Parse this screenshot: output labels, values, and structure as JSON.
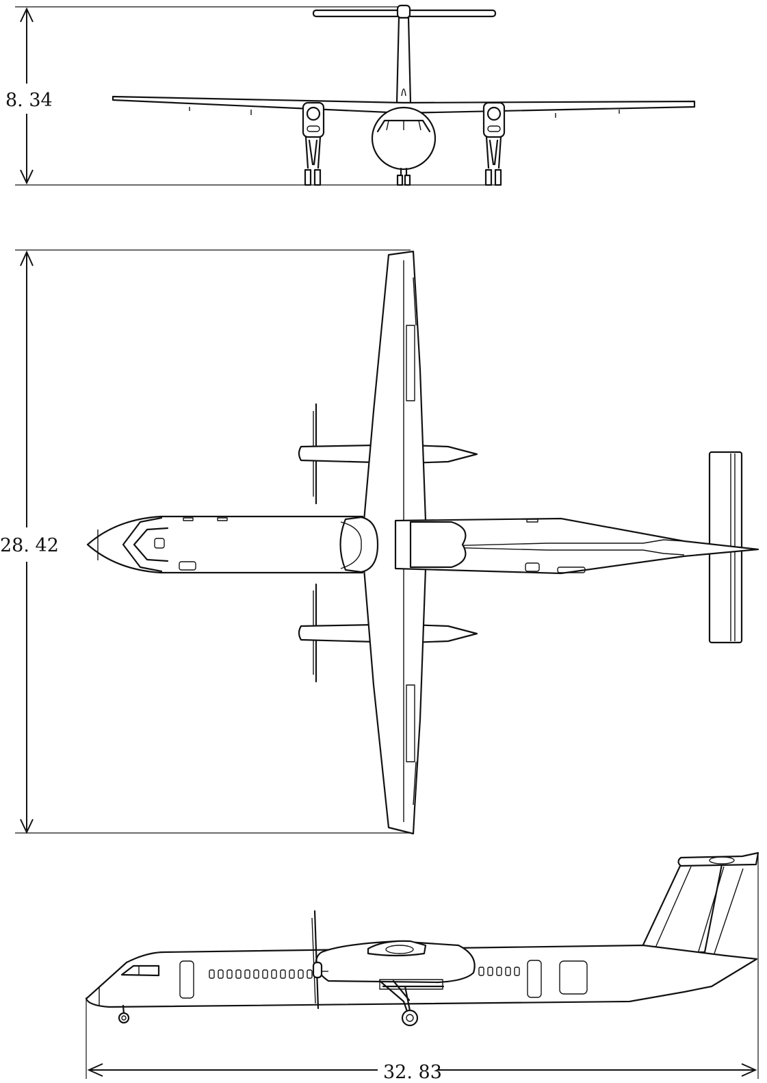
{
  "dimensions": {
    "height": "8. 34",
    "wingspan": "28. 42",
    "length": "32. 83"
  }
}
